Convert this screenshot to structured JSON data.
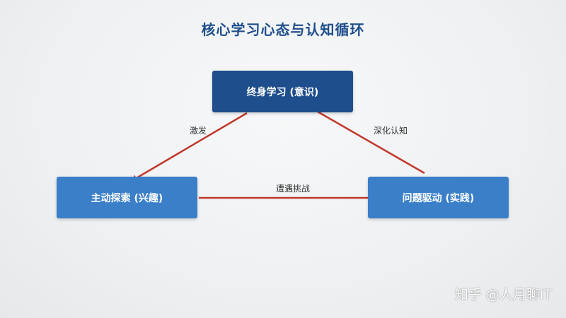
{
  "title": "核心学习心态与认知循环",
  "nodes": {
    "top": "终身学习 (意识)",
    "left": "主动探索 (兴趣)",
    "right": "问题驱动 (实践)"
  },
  "edges": {
    "top_to_left": "激发",
    "left_to_right": "遭遇挑战",
    "right_to_top": "深化认知"
  },
  "watermark": "知乎 @人月聊IT",
  "colors": {
    "title": "#1f4e8c",
    "node_dark": "#1f4e8c",
    "node_light": "#3b7fc9",
    "arrow": "#c0392b"
  }
}
